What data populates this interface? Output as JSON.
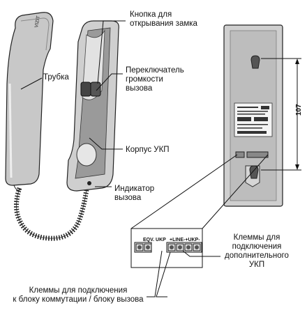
{
  "labels": {
    "unlock_button": [
      "Кнопка для",
      "открывания замка"
    ],
    "handset": [
      "Трубка"
    ],
    "volume_switch": [
      "Переключатель",
      "громкости",
      "вызова"
    ],
    "body_ukp": [
      "Корпус УКП"
    ],
    "call_indicator": [
      "Индикатор",
      "вызова"
    ],
    "extra_terminals": [
      "Клеммы для",
      "подключения",
      "дополнительного",
      "УКП"
    ],
    "main_terminals": [
      "Клеммы для подключения",
      "к блоку коммутации / блоку вызова"
    ]
  },
  "terminal_block": {
    "left_label": "EQV. UKP",
    "right_label": "+LINE-+UKP-"
  },
  "dimension": "107",
  "brand": "VIZIT"
}
